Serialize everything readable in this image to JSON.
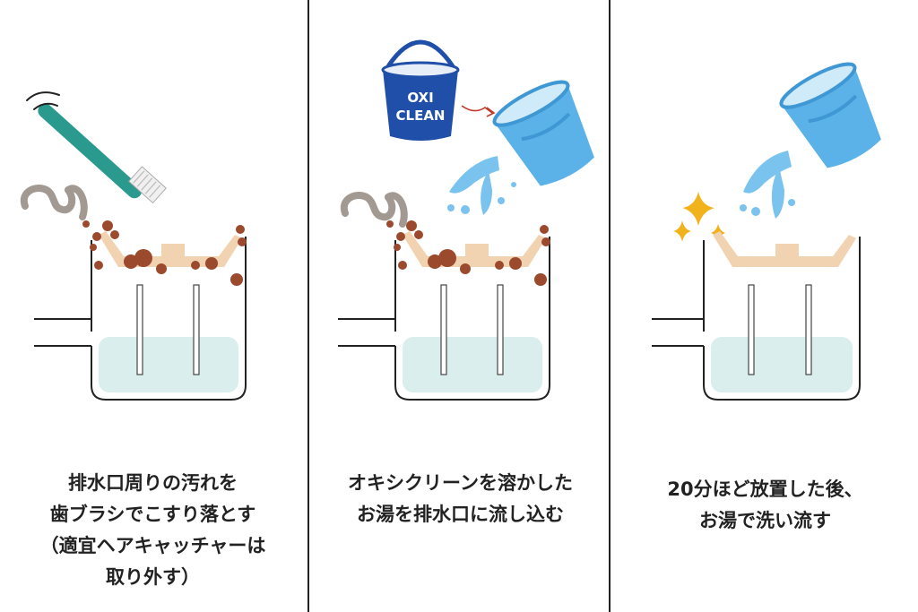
{
  "steps": [
    {
      "caption_lines": [
        "排水口周りの汚れを",
        "歯ブラシでこすり落とす",
        "（適宜ヘアキャッチャーは",
        "取り外す）"
      ]
    },
    {
      "caption_lines": [
        "オキシクリーンを溶かした",
        "お湯を排水口に流し込む"
      ],
      "bucket_label_lines": [
        "OXI",
        "CLEAN"
      ]
    },
    {
      "caption_lines": [
        "20分ほど放置した後、",
        "お湯で洗い流す"
      ]
    }
  ],
  "colors": {
    "dirt": "#9b4a2e",
    "catcher": "#f2d3b1",
    "water": "#dbeeee",
    "bucket_navy": "#1f4fa8",
    "bucket_light": "#5ab2e8",
    "brush": "#2a9a8f",
    "sparkle": "#f2b21c"
  },
  "icons": [
    "toothbrush-icon",
    "oxiclean-bucket-icon",
    "pouring-bucket-icon",
    "sparkle-icon",
    "odor-wave-icon"
  ]
}
